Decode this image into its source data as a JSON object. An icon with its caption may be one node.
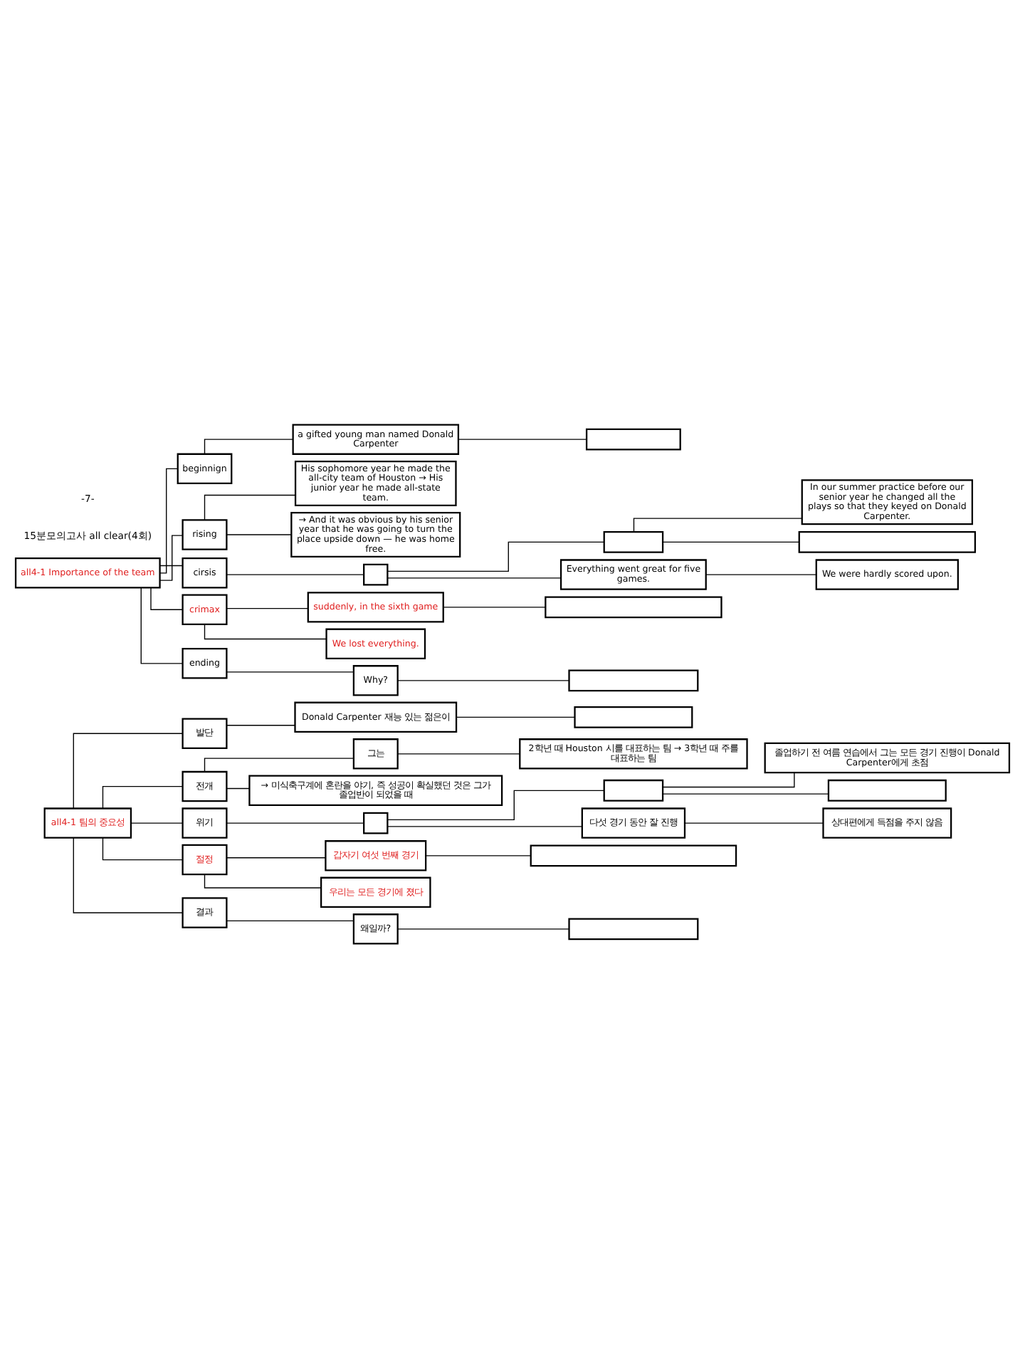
{
  "diagram": {
    "nodes": [
      {
        "text": [
          "all4-1 팀의 중요성"
        ]
      },
      {
        "text": [
          "발단"
        ]
      },
      {
        "text": [
          "Donald Carpenter 재능 있는 젊은이"
        ]
      },
      {
        "text": [],
        "shape": "box"
      },
      {
        "text": [
          "전개"
        ]
      },
      {
        "text": [
          "그는"
        ]
      },
      {
        "text": [
          "2학년 때 Houston 시를 대표하는 팀 → 3학년 때 주를 대표하는 팀"
        ]
      },
      {
        "text": [
          "→ 미식축구계에 혼란을 야기, 즉 성공이 확실했던 것은 그가 졸업반이 되었을 때"
        ]
      },
      {
        "text": [
          "위기"
        ]
      },
      {
        "text": [],
        "shape": "box"
      },
      {
        "text": [],
        "shape": "box"
      },
      {
        "text": [
          "졸업하기 전 여름 연습에서 그는 모든 경기 진행이 Donald Carpenter에게 초점"
        ]
      },
      {
        "text": [],
        "shape": "box"
      },
      {
        "text": [
          "다섯 경기 동안 잘 진행"
        ]
      },
      {
        "text": [
          "상대편에게 득점을 주지 않음"
        ]
      },
      {
        "text": [
          "절정"
        ]
      },
      {
        "text": [
          "갑자기 여섯 번째 경기"
        ]
      },
      {
        "text": [],
        "shape": "box"
      },
      {
        "text": [
          "우리는 모든 경기에 졌다"
        ]
      },
      {
        "text": [
          "결과"
        ]
      },
      {
        "text": [
          "왜일까?"
        ]
      },
      {
        "text": [],
        "shape": "box"
      },
      {
        "text": [
          "all4-1 Importance of the team"
        ]
      },
      {
        "text": [
          "beginnign"
        ]
      },
      {
        "text": [
          "a gifted young man named Donald Carpenter"
        ]
      },
      {
        "text": [],
        "shape": "box"
      },
      {
        "text": [
          "rising"
        ]
      },
      {
        "text": [
          "His sophomore year he made the all-city team of Houston → His junior year he made all-state team."
        ]
      },
      {
        "text": [
          "→ And it was obvious by his senior year that he was going to turn the place upside down — he was home free."
        ]
      },
      {
        "text": [
          "cirsis"
        ]
      },
      {
        "text": [],
        "shape": "box"
      },
      {
        "text": [],
        "shape": "box"
      },
      {
        "text": [
          "In our summer practice before our senior year he changed all the plays so that they keyed on Donald Carpenter."
        ]
      },
      {
        "text": [],
        "shape": "box"
      },
      {
        "text": [
          "Everything went great for five games."
        ]
      },
      {
        "text": [
          "We were hardly scored upon."
        ]
      },
      {
        "text": [
          "crimax"
        ]
      },
      {
        "text": [
          "suddenly, in the sixth game"
        ]
      },
      {
        "text": [],
        "shape": "box"
      },
      {
        "text": [
          "We lost everything."
        ]
      },
      {
        "text": [
          "ending"
        ]
      },
      {
        "text": [
          "Why?"
        ]
      },
      {
        "text": [],
        "shape": "box"
      }
    ],
    "edges": [
      {
        "from": 0,
        "to": 1,
        "arrow": "none"
      },
      {
        "from": 0,
        "to": 4,
        "arrow": "none"
      },
      {
        "from": 0,
        "to": 8,
        "arrow": "none"
      },
      {
        "from": 0,
        "to": 15,
        "arrow": "none"
      },
      {
        "from": 0,
        "to": 19,
        "arrow": "none"
      },
      {
        "from": 1,
        "to": 2,
        "arrow": "none"
      },
      {
        "from": 2,
        "to": 3,
        "arrow": "none"
      },
      {
        "from": 4,
        "to": 5,
        "arrow": "none"
      },
      {
        "from": 5,
        "to": 6,
        "arrow": "none"
      },
      {
        "from": 4,
        "to": 7,
        "arrow": "none"
      },
      {
        "from": 8,
        "to": 9,
        "arrow": "none"
      },
      {
        "from": 9,
        "to": 10,
        "arrow": "none"
      },
      {
        "from": 10,
        "to": 11,
        "arrow": "none"
      },
      {
        "from": 10,
        "to": 12,
        "arrow": "none"
      },
      {
        "from": 9,
        "to": 13,
        "arrow": "none"
      },
      {
        "from": 13,
        "to": 14,
        "arrow": "none"
      },
      {
        "from": 15,
        "to": 16,
        "arrow": "none"
      },
      {
        "from": 16,
        "to": 17,
        "arrow": "none"
      },
      {
        "from": 15,
        "to": 18,
        "arrow": "none"
      },
      {
        "from": 19,
        "to": 20,
        "arrow": "none"
      },
      {
        "from": 20,
        "to": 21,
        "arrow": "none"
      },
      {
        "from": 22,
        "to": 23,
        "arrow": "none"
      },
      {
        "from": 22,
        "to": 26,
        "arrow": "none"
      },
      {
        "from": 22,
        "to": 29,
        "arrow": "none"
      },
      {
        "from": 22,
        "to": 36,
        "arrow": "none"
      },
      {
        "from": 22,
        "to": 40,
        "arrow": "none"
      },
      {
        "from": 23,
        "to": 24,
        "arrow": "none"
      },
      {
        "from": 24,
        "to": 25,
        "arrow": "none"
      },
      {
        "from": 26,
        "to": 27,
        "arrow": "none"
      },
      {
        "from": 26,
        "to": 28,
        "arrow": "none"
      },
      {
        "from": 29,
        "to": 30,
        "arrow": "none"
      },
      {
        "from": 30,
        "to": 31,
        "arrow": "none"
      },
      {
        "from": 31,
        "to": 32,
        "arrow": "none"
      },
      {
        "from": 31,
        "to": 33,
        "arrow": "none"
      },
      {
        "from": 30,
        "to": 34,
        "arrow": "none"
      },
      {
        "from": 34,
        "to": 35,
        "arrow": "none"
      },
      {
        "from": 36,
        "to": 37,
        "arrow": "none"
      },
      {
        "from": 37,
        "to": 38,
        "arrow": "none"
      },
      {
        "from": 36,
        "to": 39,
        "arrow": "none"
      },
      {
        "from": 40,
        "to": 41,
        "arrow": "none"
      },
      {
        "from": 41,
        "to": 42,
        "arrow": "none"
      }
    ],
    "labels": [
      "15분모의고사 all clear(4회)",
      "-7-"
    ]
  }
}
